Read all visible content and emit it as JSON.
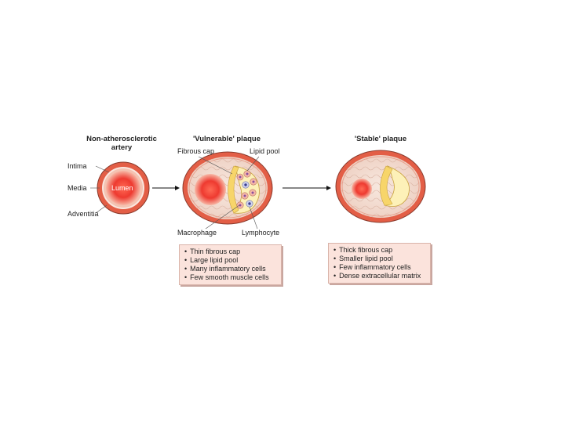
{
  "normal": {
    "title": "Non-atherosclerotic artery",
    "intima": "Intima",
    "media": "Media",
    "adventitia": "Adventitia",
    "lumen": "Lumen"
  },
  "vulnerable": {
    "title": "'Vulnerable' plaque",
    "fibrous_cap": "Fibrous cap",
    "lipid_pool": "Lipid pool",
    "macrophage": "Macrophage",
    "lymphocyte": "Lymphocyte",
    "features": [
      "Thin fibrous cap",
      "Large lipid pool",
      "Many inflammatory cells",
      "Few smooth muscle cells"
    ]
  },
  "stable": {
    "title": "'Stable' plaque",
    "features": [
      "Thick fibrous cap",
      "Smaller lipid pool",
      "Few inflammatory cells",
      "Dense extracellular matrix"
    ]
  },
  "colors": {
    "outer_ring": "#e8624a",
    "tissue": "#f3ddd2",
    "lumen": "#e8262a",
    "lipid": "#fdf0b4",
    "cap": "#f7d56a",
    "infobox": "#fbe3dc"
  }
}
